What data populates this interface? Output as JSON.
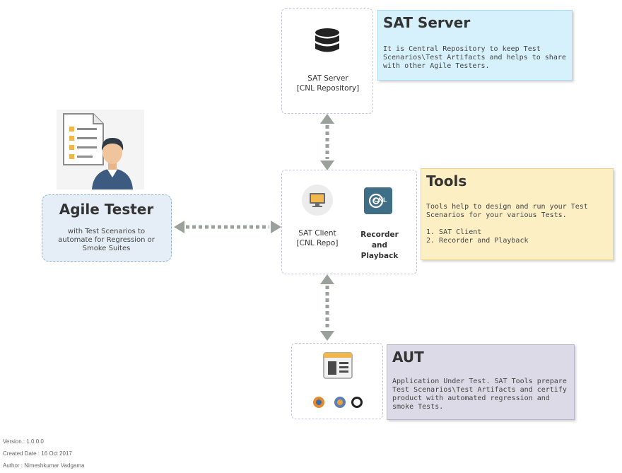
{
  "server": {
    "label_line1": "SAT Server",
    "label_line2": "[CNL Repository]",
    "note_title": "SAT Server",
    "note_lines": [
      "It is Central Repository to keep Test",
      "Scenarios\\Test Artifacts and helps to share",
      "with other Agile Testers."
    ],
    "note_color": "#d6f1fb"
  },
  "tools": {
    "client_line1": "SAT Client",
    "client_line2": "[CNL Repo]",
    "recorder_line1": "Recorder",
    "recorder_line2": "and",
    "recorder_line3": "Playback",
    "recorder_icon_text": "CNL",
    "note_title": "Tools",
    "note_lines": [
      "Tools help to design and run your Test",
      "Scenarios for your various Tests."
    ],
    "note_list": [
      "1. SAT Client",
      "2. Recorder and Playback"
    ],
    "note_color": "#fdefc4"
  },
  "tester": {
    "title": "Agile Tester",
    "desc_lines": [
      "with Test Scenarios to",
      "automate for Regression or",
      "Smoke Suites"
    ],
    "box_color": "#e5eef6"
  },
  "aut": {
    "note_title": "AUT",
    "note_lines": [
      "Application Under Test. SAT Tools prepare",
      "Test Scenarios\\Test Artifacts and certify",
      "product with automated regression and",
      "smoke Tests."
    ],
    "note_color": "#dcdae6"
  },
  "meta": {
    "version": "Version : 1.0.0.0",
    "created": "Created Date : 16 Oct 2017",
    "author": "Author : Nimeshkumar Vadgama"
  }
}
